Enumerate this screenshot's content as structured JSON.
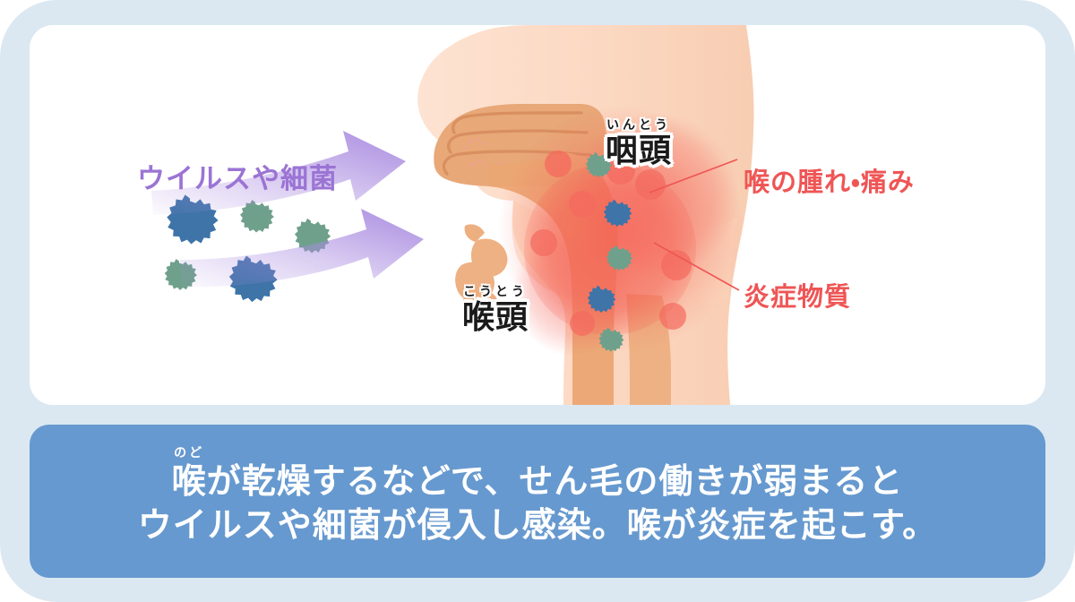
{
  "theme": {
    "frame_bg": "#dbe8f2",
    "card_bg": "#ffffff",
    "caption_bg": "#6699cf",
    "caption_text": "#ffffff",
    "virus_label_color": "#9b74d4",
    "symptom_label_color": "#ef5555",
    "anatomy_label_color": "#1a1a1a",
    "skin_color": "#fbd9c4",
    "mucosa_color": "#e8a878",
    "inflammation_color": "#f4695e",
    "pathogen_blue": "#3e74a8",
    "pathogen_green": "#6fa08c",
    "arrow_color": "#a98be0"
  },
  "illustration": {
    "alt": "throat-cross-section-infection-illustration",
    "labels": {
      "virus": {
        "text": "ウイルスや細菌",
        "name": "virus-bacteria-label"
      },
      "pharynx": {
        "furigana": "いんとう",
        "text": "咽頭",
        "name": "pharynx-label"
      },
      "larynx": {
        "furigana": "こうとう",
        "text": "喉頭",
        "name": "larynx-label"
      },
      "swelling": {
        "text": "喉の腫れ・痛み",
        "name": "throat-swelling-pain-label"
      },
      "inflammatory": {
        "text": "炎症物質",
        "name": "inflammatory-substance-label"
      }
    }
  },
  "caption": {
    "line1_ruby_base": "喉",
    "line1_ruby_text": "のど",
    "line1_rest": "が乾燥するなどで、せん毛の働きが弱まると",
    "line2": "ウイルスや細菌が侵入し感染。喉が炎症を起こす。"
  }
}
